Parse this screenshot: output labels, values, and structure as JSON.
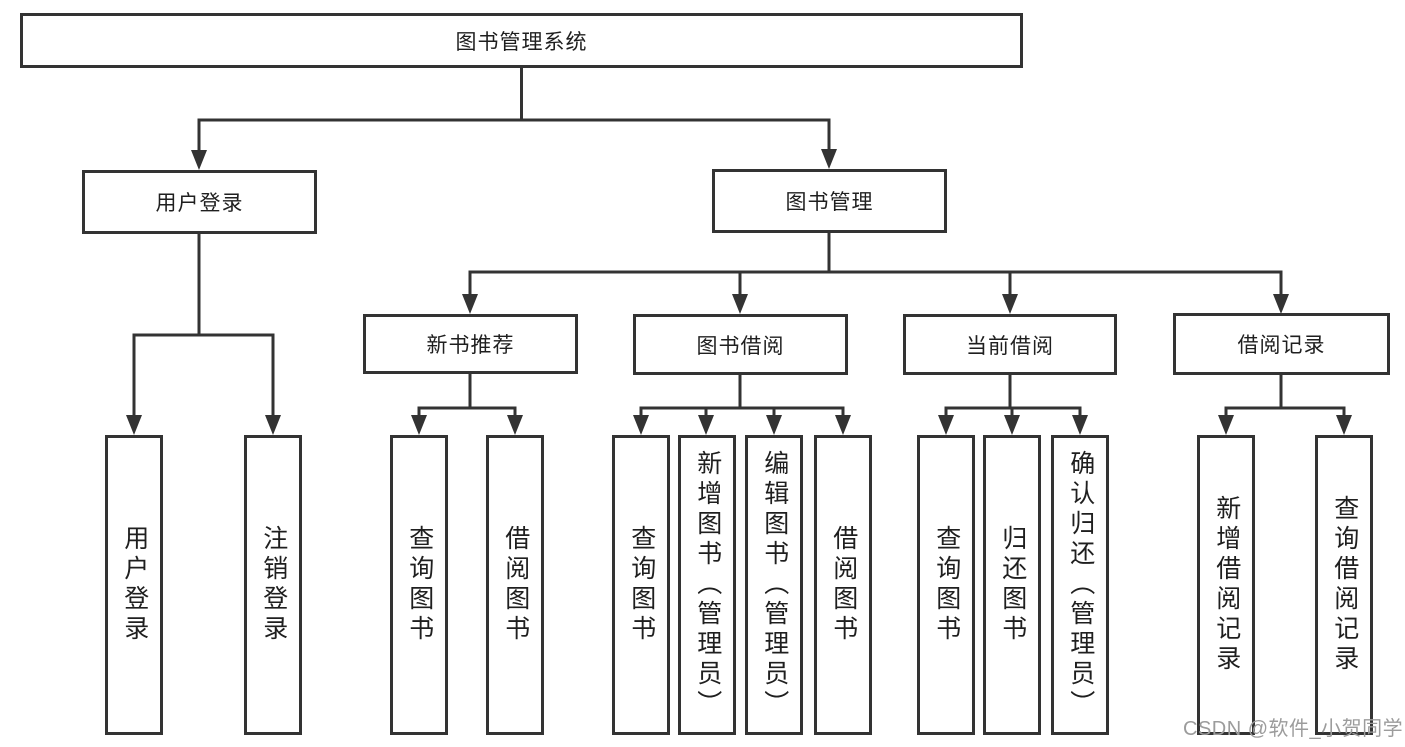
{
  "diagram": {
    "root": "图书管理系统",
    "level2": {
      "user_login": "用户登录",
      "book_mgmt": "图书管理"
    },
    "level3": {
      "new_books": "新书推荐",
      "borrowing": "图书借阅",
      "current": "当前借阅",
      "records": "借阅记录"
    },
    "leaves": {
      "user_login": [
        "用户登录",
        "注销登录"
      ],
      "new_books": [
        "查询图书",
        "借阅图书"
      ],
      "borrowing": [
        "查询图书",
        "新增图书（管理员）",
        "编辑图书（管理员）",
        "借阅图书"
      ],
      "current": [
        "查询图书",
        "归还图书",
        "确认归还（管理员）"
      ],
      "records": [
        "新增借阅记录",
        "查询借阅记录"
      ]
    },
    "colors": {
      "line": "#333333",
      "text": "#1f1f1f",
      "watermark": "#9c9c9c"
    }
  },
  "watermark": "CSDN @软件_小贺同学"
}
